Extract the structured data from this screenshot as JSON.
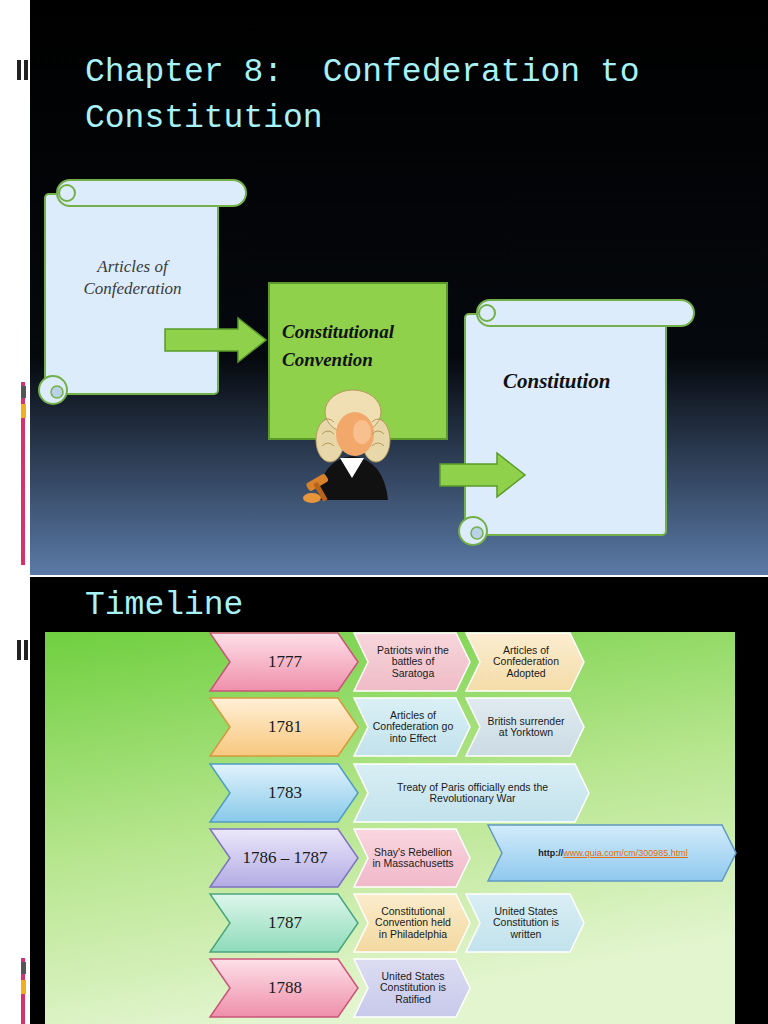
{
  "diagram": {
    "title": "Chapter 8:  Confederation to Constitution",
    "nodes": [
      {
        "text": [
          "Articles of Confederation"
        ]
      },
      {
        "text": [
          "Constitutional Convention"
        ]
      },
      {
        "text": [
          "Constitution"
        ]
      },
      {
        "text": [
          "1777"
        ]
      },
      {
        "text": [
          "Patriots win the battles of Saratoga"
        ]
      },
      {
        "text": [
          "Articles of Confederation Adopted"
        ]
      },
      {
        "text": [
          "1781"
        ]
      },
      {
        "text": [
          "Articles of Confederation go into Effect"
        ]
      },
      {
        "text": [
          "British surrender at Yorktown"
        ]
      },
      {
        "text": [
          "1783"
        ]
      },
      {
        "text": [
          "Treaty of Paris officially ends the Revolutionary War"
        ]
      },
      {
        "text": [
          "1786 – 1787"
        ]
      },
      {
        "text": [
          "Shay's Rebellion in Massachusetts"
        ]
      },
      {
        "text": [
          "http://",
          "www.quia.com/cm/300985.html"
        ]
      },
      {
        "text": [
          "1787"
        ]
      },
      {
        "text": [
          "Constitutional Convention held in Philadelphia"
        ]
      },
      {
        "text": [
          "United States Constitution is written"
        ]
      },
      {
        "text": [
          "1788"
        ]
      },
      {
        "text": [
          "United States Constitution is Ratified"
        ]
      }
    ],
    "edges": [
      {
        "from": 0,
        "to": 1,
        "arrow": "to"
      },
      {
        "from": 1,
        "to": 2,
        "arrow": "to"
      }
    ],
    "labels": [
      "Timeline"
    ]
  }
}
